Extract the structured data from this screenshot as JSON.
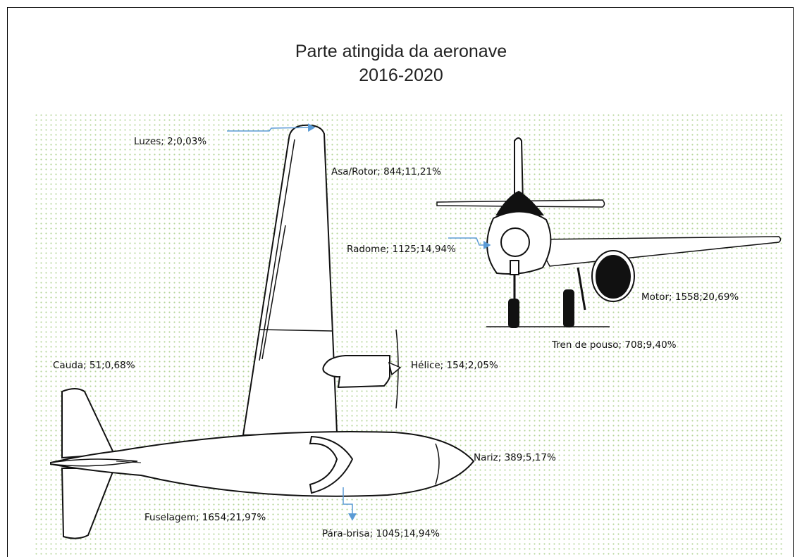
{
  "title": {
    "line1": "Parte atingida da aeronave",
    "line2": "2016-2020"
  },
  "parts": [
    {
      "key": "luzes",
      "text": "Luzes; 2;0,03%"
    },
    {
      "key": "asa",
      "text": "Asa/Rotor; 844;11,21%"
    },
    {
      "key": "radome",
      "text": "Radome; 1125;14,94%"
    },
    {
      "key": "motor",
      "text": "Motor; 1558;20,69%"
    },
    {
      "key": "tren",
      "text": "Tren de pouso; 708;9,40%"
    },
    {
      "key": "cauda",
      "text": "Cauda; 51;0,68%"
    },
    {
      "key": "helice",
      "text": "Hélice; 154;2,05%"
    },
    {
      "key": "nariz",
      "text": "Nariz; 389;5,17%"
    },
    {
      "key": "fuselagem",
      "text": "Fuselagem; 1654;21,97%"
    },
    {
      "key": "parabrisa",
      "text": "Pára-brisa; 1045;14,94%"
    }
  ],
  "colors": {
    "arrow": "#5b9bd5",
    "dots": "#b5d49a",
    "line": "#111111"
  }
}
